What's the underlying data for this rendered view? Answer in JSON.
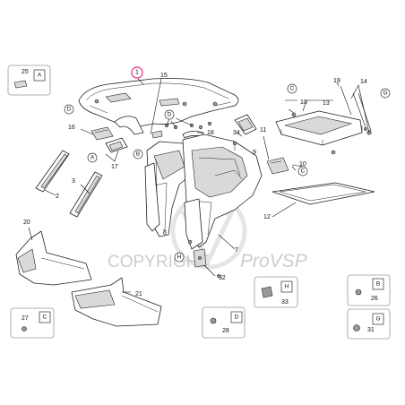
{
  "watermark": {
    "text1": "COPYRIGHT",
    "text2": "ProVSP"
  },
  "highlight": {
    "number": "1",
    "color": "#e0287d"
  },
  "callouts": {
    "n2": "2",
    "n3": "3",
    "n6": "6",
    "n7": "7",
    "n9": "9",
    "n10a": "10",
    "n10b": "10",
    "n11": "11",
    "n12": "12",
    "n13": "13",
    "n14": "14",
    "n15": "15",
    "n16": "16",
    "n17": "17",
    "n18": "18",
    "n19": "19",
    "n20": "20",
    "n21": "21",
    "n32": "32",
    "n34": "34"
  },
  "letters": {
    "A": "A",
    "B": "B",
    "C": "C",
    "D": "D",
    "G": "G",
    "H": "H"
  },
  "detail_boxes": [
    {
      "id": "box-a",
      "number": "25",
      "letter": "A"
    },
    {
      "id": "box-b",
      "number": "26",
      "letter": "B"
    },
    {
      "id": "box-c",
      "number": "27",
      "letter": "C"
    },
    {
      "id": "box-d",
      "number": "28",
      "letter": "D"
    },
    {
      "id": "box-g",
      "number": "31",
      "letter": "G"
    },
    {
      "id": "box-h",
      "number": "33",
      "letter": "H"
    }
  ]
}
